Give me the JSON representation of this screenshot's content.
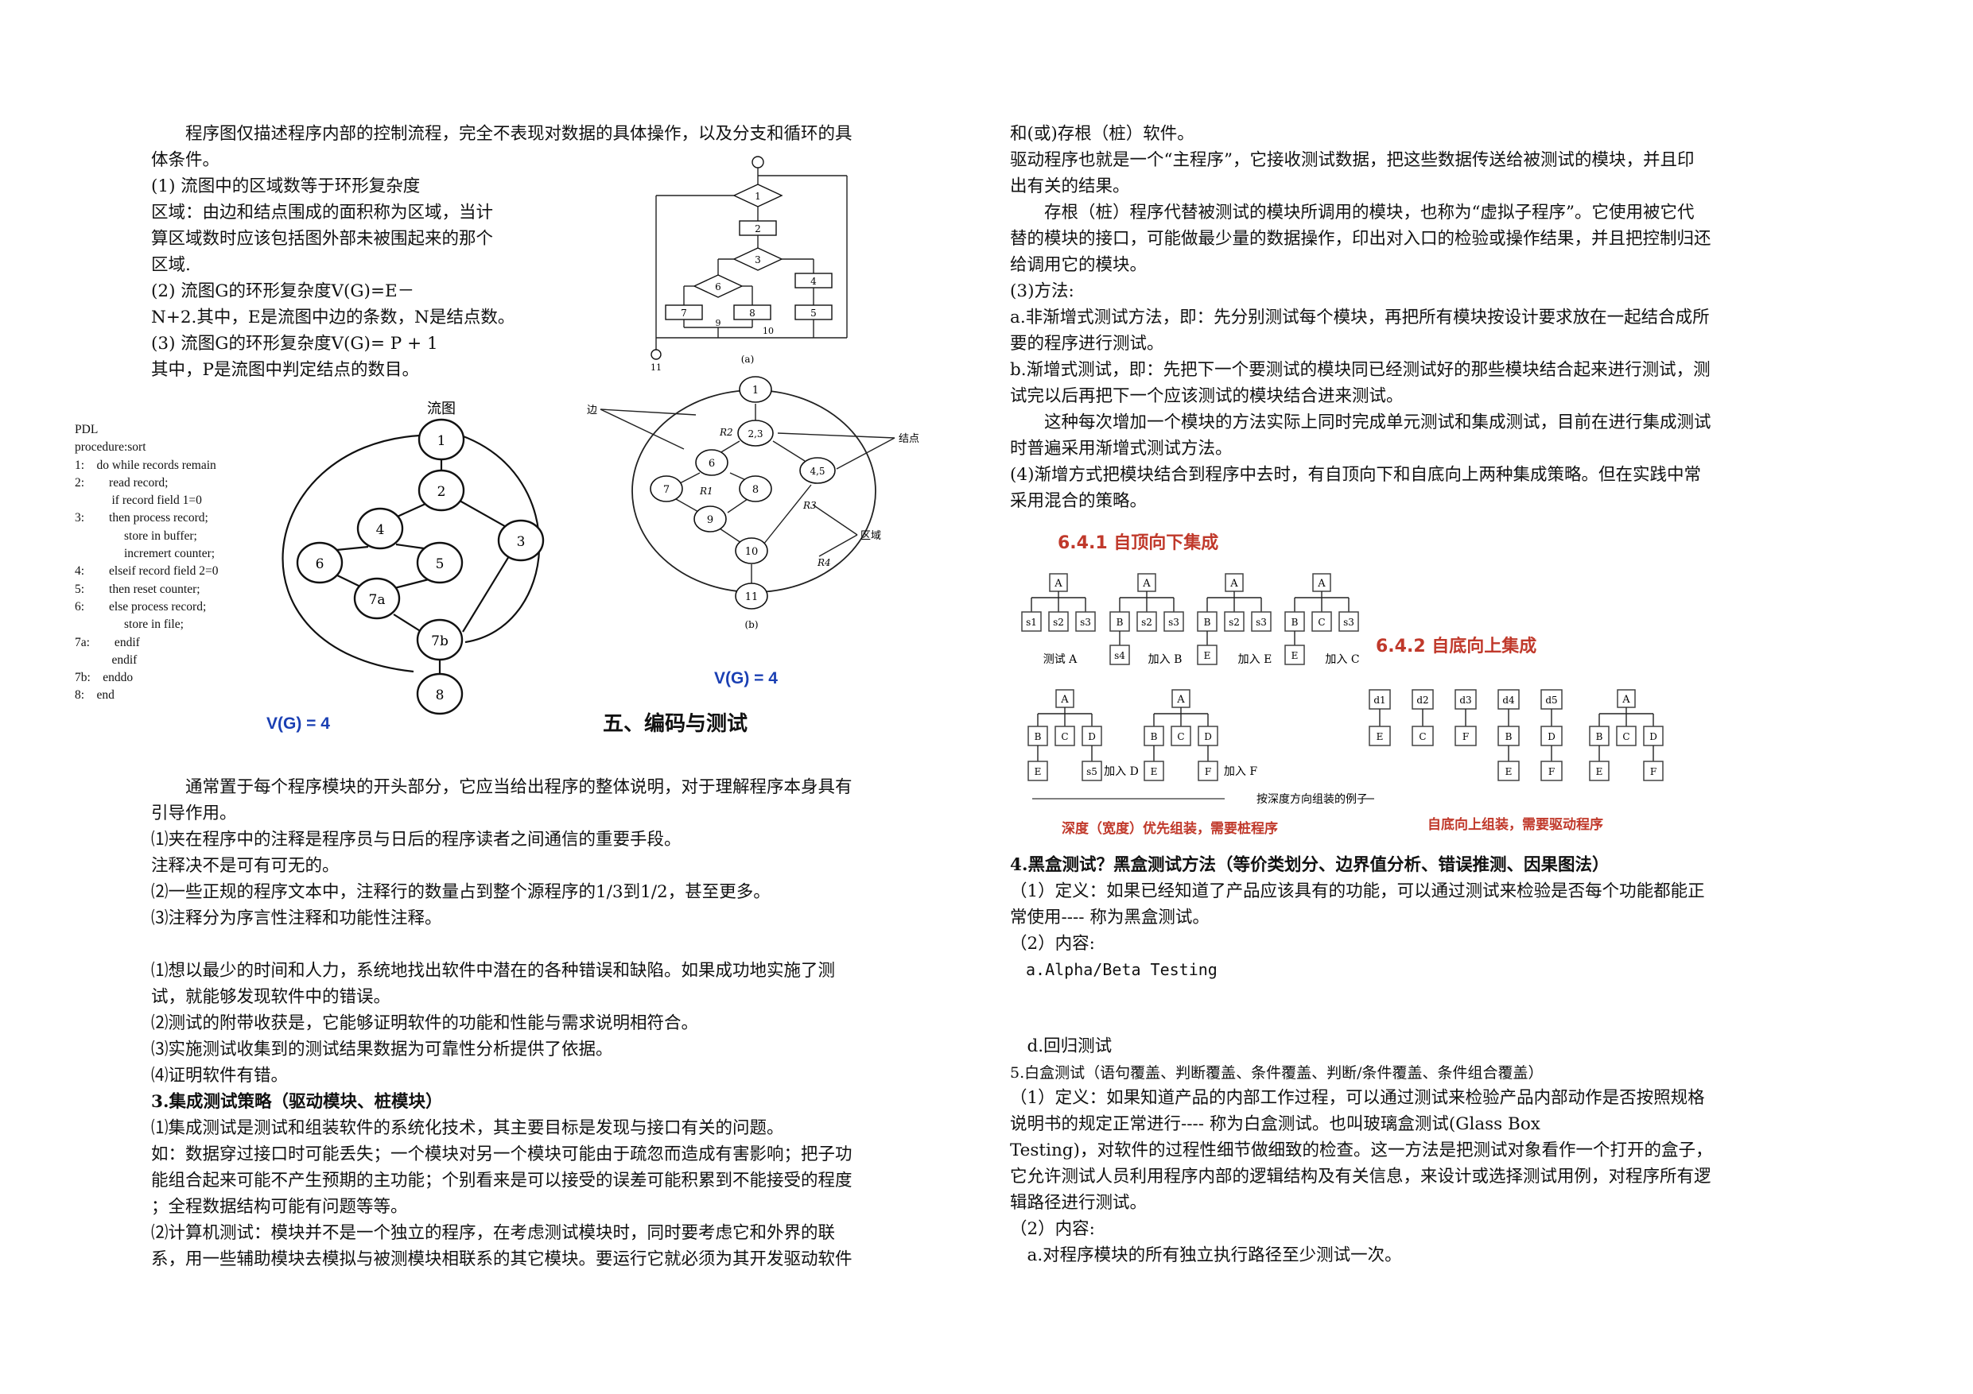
{
  "left": {
    "lines1": [
      "　　程序图仅描述程序内部的控制流程，完全不表现对数据的具体操作，以及分支和循环的具",
      "体条件。",
      "(1) 流图中的区域数等于环形复杂度",
      "区域：由边和结点围成的面积称为区域，当计",
      "算区域数时应该包括图外部未被围起来的那个",
      "区域.",
      "(2) 流图G的环形复杂度V(G)=E－",
      "N+2.其中，E是流图中边的条数，N是结点数。",
      "(3) 流图G的环形复杂度V(G)= P + 1",
      " 其中，P是流图中判定结点的数目。"
    ],
    "pdl": [
      "PDL",
      "procedure:sort",
      "1:　do while records remain",
      "2:　　read record;",
      "　　　if record field 1=0",
      "3:　　then process record;",
      "　　　　store in buffer;",
      "　　　　incremert counter;",
      "4:　　elseif record field 2=0",
      "5:　　then reset counter;",
      "6:　　else process record;",
      "　　　　store in file;",
      "7a:　　endif",
      "　　　endif",
      "7b:　enddo",
      "8:　end"
    ],
    "flow_title": "流图",
    "flow_nodes": [
      "1",
      "2",
      "3",
      "4",
      "5",
      "6",
      "7a",
      "7b",
      "8"
    ],
    "vg1": "V(G) = 4",
    "vg2": "V(G) = 4",
    "section_title": "五、编码与测试",
    "fig_a": {
      "nodes": [
        "1",
        "2",
        "3",
        "4",
        "5",
        "6",
        "7",
        "8",
        "9",
        "10",
        "11"
      ],
      "caption": "(a)"
    },
    "fig_b": {
      "nodes": [
        "1",
        "2,3",
        "4,5",
        "6",
        "7",
        "8",
        "9",
        "10",
        "11"
      ],
      "regions": [
        "R2",
        "R1",
        "R3",
        "R4"
      ],
      "label_edge": "边",
      "label_node": "结点",
      "label_region": "区域",
      "caption": "(b)"
    },
    "lines2": [
      "　　通常置于每个程序模块的开头部分，它应当给出程序的整体说明，对于理解程序本身具有",
      "引导作用。",
      "⑴夹在程序中的注释是程序员与日后的程序读者之间通信的重要手段。",
      "注释决不是可有可无的。",
      "⑵一些正规的程序文本中，注释行的数量占到整个源程序的1/3到1/2，甚至更多。",
      "⑶注释分为序言性注释和功能性注释。"
    ],
    "lines3": [
      "⑴想以最少的时间和人力，系统地找出软件中潜在的各种错误和缺陷。如果成功地实施了测",
      "试，就能够发现软件中的错误。",
      "⑵测试的附带收获是，它能够证明软件的功能和性能与需求说明相符合。",
      "⑶实施测试收集到的测试结果数据为可靠性分析提供了依据。",
      "⑷证明软件有错。"
    ],
    "heading3": "3.集成测试策略（驱动模块、桩模块）",
    "lines4": [
      "⑴集成测试是测试和组装软件的系统化技术，其主要目标是发现与接口有关的问题。",
      "如：数据穿过接口时可能丢失；一个模块对另一个模块可能由于疏忽而造成有害影响；把子功",
      "能组合起来可能不产生预期的主功能；个别看来是可以接受的误差可能积累到不能接受的程度",
      "；全程数据结构可能有问题等等。",
      "⑵计算机测试：模块并不是一个独立的程序，在考虑测试模块时，同时要考虑它和外界的联",
      "系，用一些辅助模块去模拟与被测模块相联系的其它模块。要运行它就必须为其开发驱动软件"
    ]
  },
  "right": {
    "lines1": [
      "和(或)存根（桩）软件。",
      "驱动程序也就是一个“主程序”，它接收测试数据，把这些数据传送给被测试的模块，并且印",
      "出有关的结果。",
      "　　存根（桩）程序代替被测试的模块所调用的模块，也称为“虚拟子程序”。它使用被它代",
      "替的模块的接口，可能做最少量的数据操作，印出对入口的检验或操作结果，并且把控制归还",
      "给调用它的模块。",
      "(3)方法:",
      "a.非渐增式测试方法，即：先分别测试每个模块，再把所有模块按设计要求放在一起结合成所",
      "要的程序进行测试。",
      "b.渐增式测试，即：先把下一个要测试的模块同已经测试好的那些模块结合起来进行测试，测",
      "试完以后再把下一个应该测试的模块结合进来测试。",
      "　　这种每次增加一个模块的方法实际上同时完成单元测试和集成测试，目前在进行集成测试",
      "时普遍采用渐增式测试方法。",
      "(4)渐增方式把模块结合到程序中去时，有自顶向下和自底向上两种集成策略。但在实践中常",
      "采用混合的策略。"
    ],
    "top_down_title": "6.4.1  自顶向下集成",
    "bottom_up_title": "6.4.2  自底向上集成",
    "td_captions": [
      "测试 A",
      "加入 B",
      "加入 E",
      "加入 C",
      "加入 D",
      "加入 F"
    ],
    "bu_leaves": [
      "d1",
      "d2",
      "d3",
      "d4",
      "d5"
    ],
    "depth_note": "按深度方向组装的例子",
    "caption_left": "深度（宽度）优先组装，需要桩程序",
    "caption_right": "自底向上组装，需要驱动程序",
    "heading4": "4.黑盒测试？黑盒测试方法（等价类划分、边界值分析、错误推测、因果图法）",
    "lines2": [
      "（1）定义：如果已经知道了产品应该具有的功能，可以通过测试来检验是否每个功能都能正",
      "常使用---- 称为黑盒测试。",
      "（2）内容:",
      "　a.Alpha/Beta Testing"
    ],
    "regression": "　d.回归测试",
    "heading5": "5.白盒测试（语句覆盖、判断覆盖、条件覆盖、判断/条件覆盖、条件组合覆盖）",
    "lines3": [
      "（1）定义：如果知道产品的内部工作过程，可以通过测试来检验产品内部动作是否按照规格",
      "说明书的规定正常进行---- 称为白盒测试。也叫玻璃盒测试(Glass Box",
      "Testing)，对软件的过程性细节做细致的检查。这一方法是把测试对象看作一个打开的盒子，",
      "它允许测试人员利用程序内部的逻辑结构及有关信息，来设计或选择测试用例，对程序所有逻",
      "辑路径进行测试。",
      "（2）内容:",
      "　a.对程序模块的所有独立执行路径至少测试一次。"
    ]
  }
}
